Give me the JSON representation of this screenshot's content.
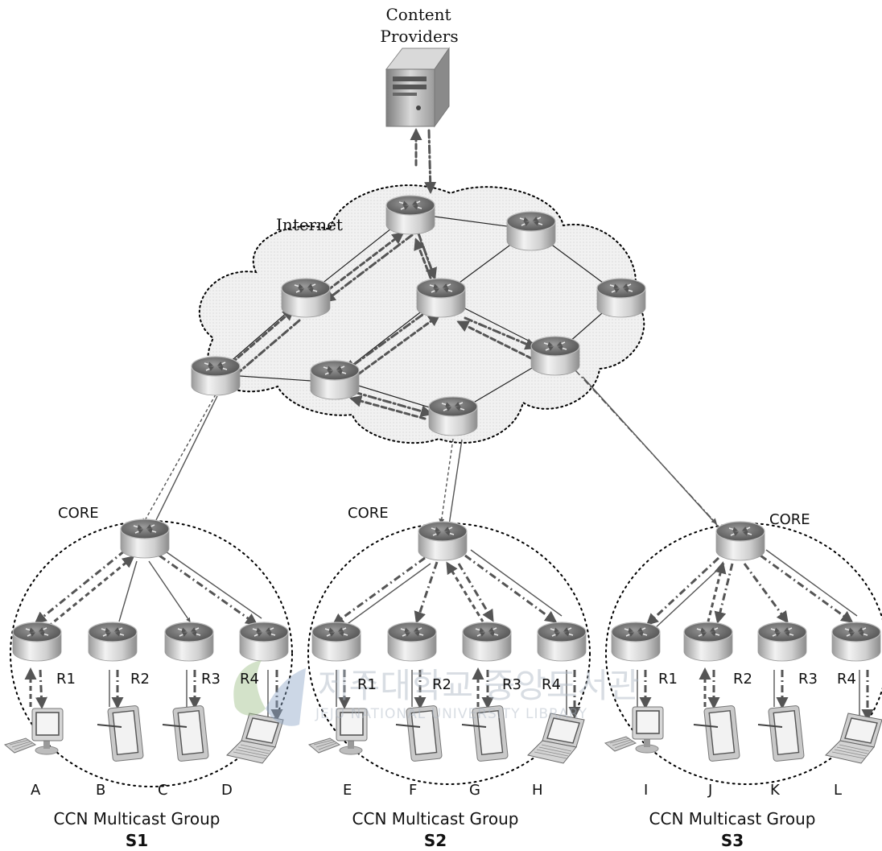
{
  "title_line1": "Content",
  "title_line2": "Providers",
  "cloud_label": "Internet",
  "core_label": "CORE",
  "groups": [
    {
      "caption_line1": "CCN Multicast Group",
      "caption_line2": "S1",
      "receivers": [
        "R1",
        "R2",
        "R3",
        "R4"
      ],
      "hosts": [
        "A",
        "B",
        "C",
        "D"
      ]
    },
    {
      "caption_line1": "CCN Multicast Group",
      "caption_line2": "S2",
      "receivers": [
        "R1",
        "R2",
        "R3",
        "R4"
      ],
      "hosts": [
        "E",
        "F",
        "G",
        "H"
      ]
    },
    {
      "caption_line1": "CCN Multicast Group",
      "caption_line2": "S3",
      "receivers": [
        "R1",
        "R2",
        "R3",
        "R4"
      ],
      "hosts": [
        "I",
        "J",
        "K",
        "L"
      ]
    }
  ],
  "watermark": {
    "korean": "제주대학교 중앙도서관",
    "english": "JEJU NATIONAL UNIVERSITY LIBRARY"
  }
}
